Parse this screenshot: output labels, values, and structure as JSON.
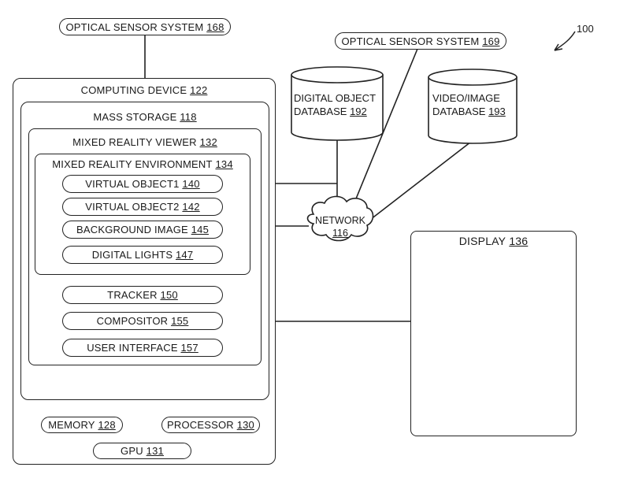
{
  "figure": {
    "ref": "100",
    "optical_sensor_168": {
      "label": "OPTICAL SENSOR SYSTEM",
      "num": "168"
    },
    "optical_sensor_169": {
      "label": "OPTICAL SENSOR SYSTEM",
      "num": "169"
    },
    "digital_object_db": {
      "line1": "DIGITAL OBJECT",
      "line2": "DATABASE",
      "num": "192"
    },
    "video_image_db": {
      "line1": "VIDEO/IMAGE",
      "line2": "DATABASE",
      "num": "193"
    },
    "network": {
      "label": "NETWORK",
      "num": "116"
    },
    "display": {
      "label": "DISPLAY",
      "num": "136"
    },
    "computing_device": {
      "label": "COMPUTING DEVICE",
      "num": "122"
    },
    "mass_storage": {
      "label": "MASS STORAGE",
      "num": "118"
    },
    "mixed_reality_viewer": {
      "label": "MIXED REALITY VIEWER",
      "num": "132"
    },
    "mixed_reality_environment": {
      "label": "MIXED REALITY ENVIRONMENT",
      "num": "134"
    },
    "virtual_object1": {
      "label": "VIRTUAL OBJECT1",
      "num": "140"
    },
    "virtual_object2": {
      "label": "VIRTUAL OBJECT2",
      "num": "142"
    },
    "background_image": {
      "label": "BACKGROUND IMAGE",
      "num": "145"
    },
    "digital_lights": {
      "label": "DIGITAL LIGHTS",
      "num": "147"
    },
    "tracker": {
      "label": "TRACKER",
      "num": "150"
    },
    "compositor": {
      "label": "COMPOSITOR",
      "num": "155"
    },
    "user_interface": {
      "label": "USER INTERFACE",
      "num": "157"
    },
    "memory": {
      "label": "MEMORY",
      "num": "128"
    },
    "processor": {
      "label": "PROCESSOR",
      "num": "130"
    },
    "gpu": {
      "label": "GPU",
      "num": "131"
    }
  }
}
